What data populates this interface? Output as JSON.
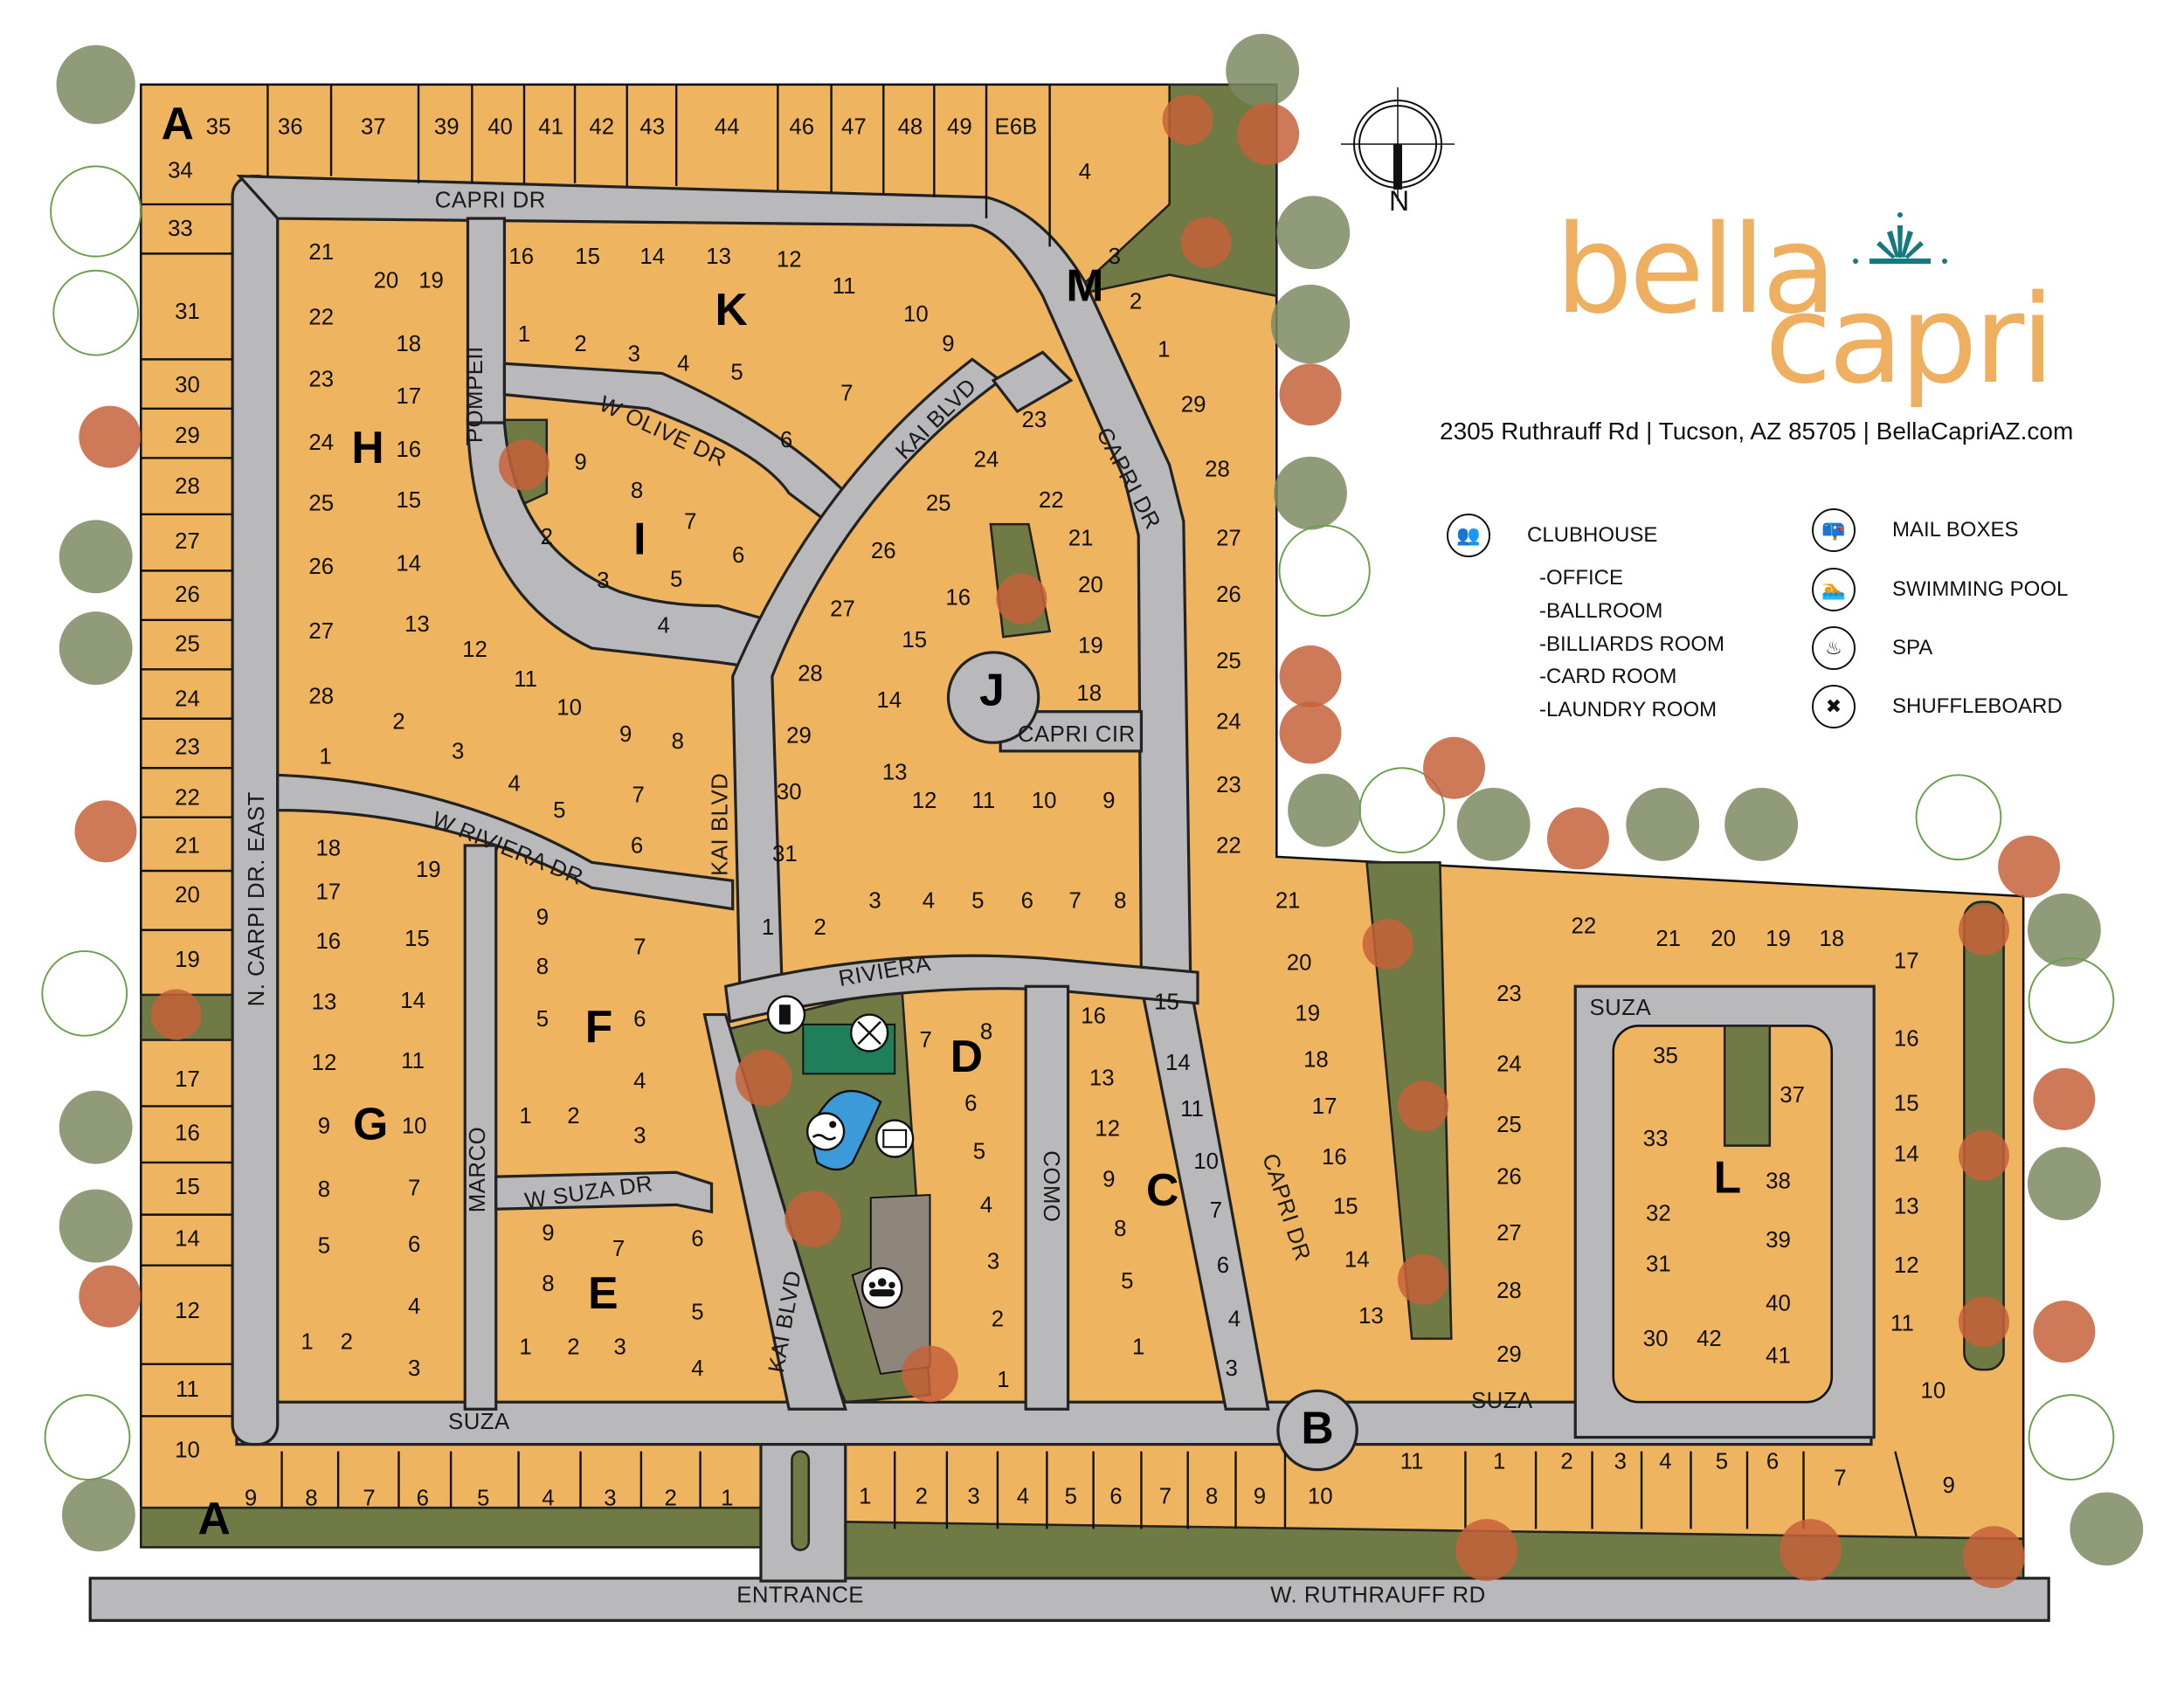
{
  "brand": {
    "name_line1": "bella",
    "name_line2": "capri",
    "address": "2305 Ruthrauff Rd | Tucson, AZ 85705 | BellaCapriAZ.com",
    "colors": {
      "logo": "#eeb060",
      "logo_mark": "#147a80",
      "lot": "#efb45f",
      "road": "#b9b9bb",
      "green": "#6f7a44",
      "pool": "#3d9ad8"
    }
  },
  "compass": {
    "label": "N"
  },
  "legend": {
    "clubhouse": {
      "label": "CLUBHOUSE",
      "icon": "people-group-icon",
      "sub": [
        "-OFFICE",
        "-BALLROOM",
        "-BILLIARDS ROOM",
        "-CARD ROOM",
        "-LAUNDRY ROOM"
      ]
    },
    "mail": {
      "label": "MAIL BOXES",
      "icon": "mailbox-icon"
    },
    "pool": {
      "label": "SWIMMING POOL",
      "icon": "swimmer-icon"
    },
    "spa": {
      "label": "SPA",
      "icon": "hot-tub-icon"
    },
    "shuffleboard": {
      "label": "SHUFFLEBOARD",
      "icon": "shuffleboard-icon"
    }
  },
  "streets": {
    "capri_dr": "CAPRI DR",
    "pompeii": "POMPEII",
    "w_olive_dr": "W OLIVE DR",
    "kai_blvd": "KAI BLVD",
    "capri_cir": "CAPRI CIR",
    "w_riviera_dr": "W RIVIERA DR",
    "riviera": "RIVIERA",
    "n_carpi_dr_east": "N. CARPI DR. EAST",
    "marco": "MARCO",
    "w_suza_dr": "W SUZA DR",
    "suza": "SUZA",
    "como": "COMO",
    "entrance": "ENTRANCE",
    "w_ruthrauff_rd": "W. RUTHRAUFF RD"
  },
  "sections": {
    "A": "A",
    "B": "B",
    "C": "C",
    "D": "D",
    "E": "E",
    "F": "F",
    "G": "G",
    "H": "H",
    "I": "I",
    "J": "J",
    "K": "K",
    "L": "L",
    "M": "M"
  },
  "lots": {
    "A_top": [
      "35",
      "36",
      "37",
      "39",
      "40",
      "41",
      "42",
      "43",
      "44",
      "46",
      "47",
      "48",
      "49",
      "E6B",
      "4"
    ],
    "A_west": [
      "34",
      "33",
      "31",
      "30",
      "29",
      "28",
      "27",
      "26",
      "25",
      "24",
      "23",
      "22",
      "21",
      "20",
      "19",
      "17",
      "16",
      "15",
      "14",
      "12",
      "11",
      "10"
    ],
    "A_south": [
      "9",
      "8",
      "7",
      "6",
      "5",
      "4",
      "3",
      "2",
      "1"
    ],
    "B_south": [
      "1",
      "2",
      "3",
      "4",
      "5",
      "6",
      "7",
      "8",
      "9",
      "10",
      "11",
      "1",
      "2",
      "3",
      "4",
      "5",
      "6",
      "7",
      "9"
    ],
    "H": [
      "21",
      "20",
      "19",
      "22",
      "18",
      "23",
      "17",
      "24",
      "16",
      "25",
      "15",
      "26",
      "14",
      "27",
      "13",
      "28",
      "12",
      "11",
      "10",
      "9",
      "8",
      "1",
      "2",
      "3",
      "4",
      "5",
      "7",
      "6"
    ],
    "K": [
      "16",
      "15",
      "14",
      "13",
      "12",
      "11",
      "1",
      "2",
      "3",
      "4",
      "5",
      "10",
      "9",
      "6",
      "7"
    ],
    "I": [
      "9",
      "8",
      "7",
      "6",
      "2",
      "3",
      "5",
      "4"
    ],
    "M": [
      "3",
      "2",
      "1",
      "29",
      "28",
      "27",
      "26",
      "25",
      "24",
      "23",
      "22"
    ],
    "J": [
      "23",
      "24",
      "25",
      "22",
      "21",
      "26",
      "20",
      "16",
      "27",
      "15",
      "19",
      "18",
      "28",
      "14",
      "29",
      "13",
      "12",
      "11",
      "10",
      "9",
      "30",
      "31",
      "1",
      "2",
      "3",
      "4",
      "5",
      "6",
      "7",
      "8"
    ],
    "G": [
      "18",
      "19",
      "17",
      "16",
      "15",
      "13",
      "14",
      "12",
      "11",
      "9",
      "10",
      "8",
      "7",
      "5",
      "6",
      "4",
      "1",
      "2",
      "3"
    ],
    "F": [
      "9",
      "7",
      "8",
      "5",
      "6",
      "4",
      "1",
      "2",
      "3"
    ],
    "E": [
      "9",
      "7",
      "6",
      "8",
      "5",
      "1",
      "2",
      "3",
      "4"
    ],
    "D": [
      "7",
      "8",
      "6",
      "5",
      "4",
      "3",
      "2",
      "1"
    ],
    "C": [
      "16",
      "15",
      "13",
      "14",
      "12",
      "11",
      "9",
      "10",
      "8",
      "7",
      "5",
      "6",
      "1",
      "4",
      "3"
    ],
    "C_east": [
      "21",
      "20",
      "19",
      "18",
      "17",
      "16",
      "15",
      "14",
      "13"
    ],
    "L": [
      "22",
      "21",
      "20",
      "19",
      "18",
      "17",
      "23",
      "35",
      "37",
      "16",
      "24",
      "33",
      "15",
      "25",
      "38",
      "14",
      "26",
      "32",
      "13",
      "27",
      "31",
      "39",
      "12",
      "28",
      "40",
      "11",
      "29",
      "30",
      "42",
      "41",
      "10"
    ]
  }
}
